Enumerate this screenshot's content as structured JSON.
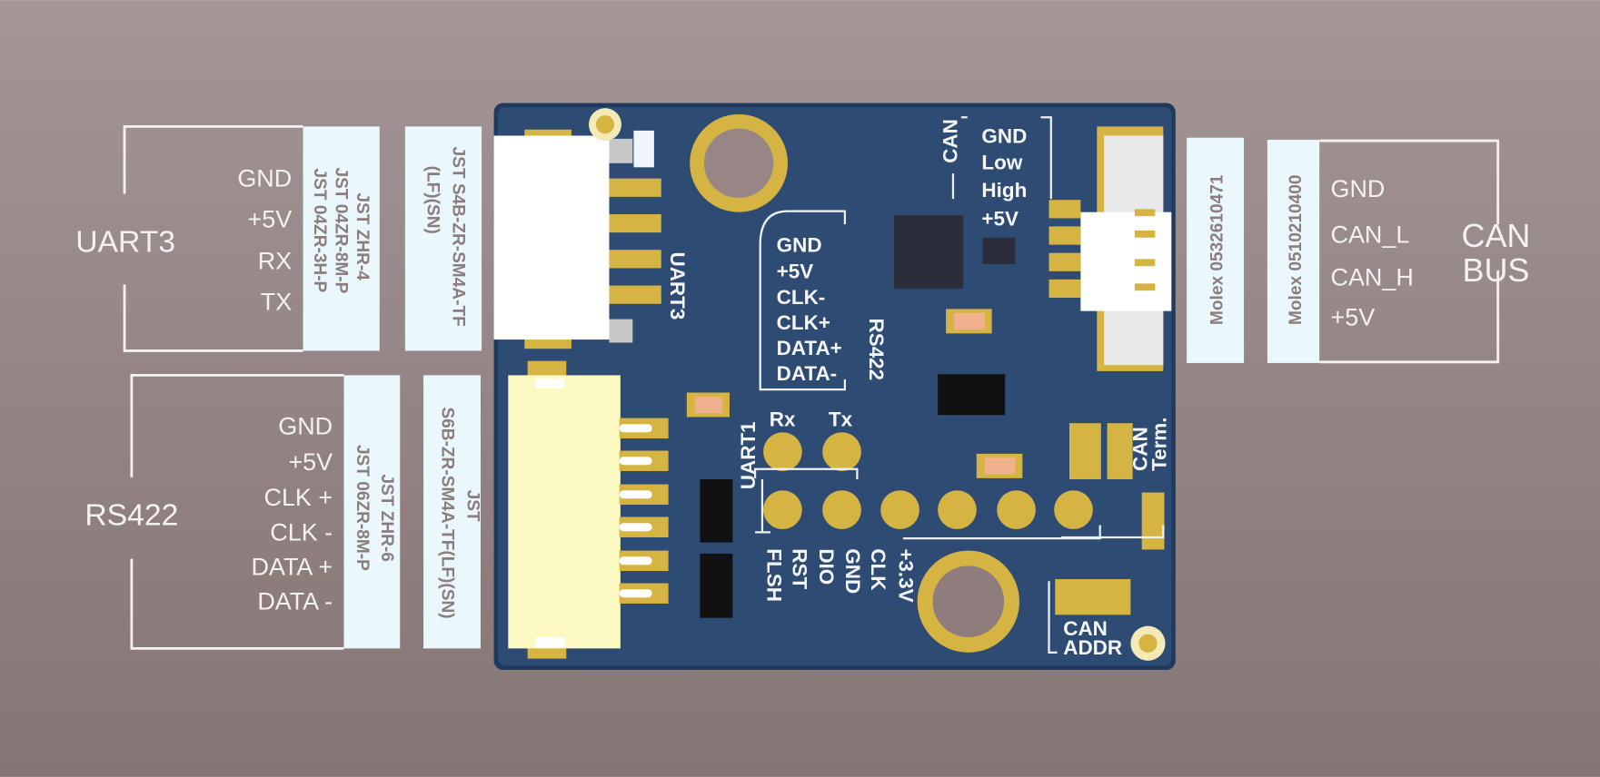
{
  "uart3": {
    "title": "UART3",
    "pins": [
      "GND",
      "+5V",
      "RX",
      "TX"
    ],
    "part_lines": [
      "JST ZHR-4",
      "JST 04ZR-8M-P",
      "JST 04ZR-3H-P"
    ],
    "board_part_lines": [
      "JST S4B-ZR-SM4A-TF",
      "(LF)(SN)"
    ]
  },
  "rs422": {
    "title": "RS422",
    "pins": [
      "GND",
      "+5V",
      "CLK +",
      "CLK -",
      "DATA +",
      "DATA -"
    ],
    "part_lines": [
      "JST ZHR-6",
      "JST 06ZR-8M-P"
    ],
    "board_part_lines": [
      "JST",
      "S6B-ZR-SM4A-TF(LF)(SN)"
    ]
  },
  "can_bus": {
    "title_lines": [
      "CAN",
      "BUS"
    ],
    "pins": [
      "GND",
      "CAN_L",
      "CAN_H",
      "+5V"
    ],
    "part": "Molex 0510210400",
    "board_part": "Molex 0532610471"
  },
  "silkscreen": {
    "rs422_pins": [
      "GND",
      "+5V",
      "CLK-",
      "CLK+",
      "DATA+",
      "DATA-"
    ],
    "rs422_label": "RS422",
    "can_pins": [
      "GND",
      "Low",
      "High",
      "+5V"
    ],
    "can_label": "CAN",
    "uart3_label": "UART3",
    "uart1_label": "UART1",
    "rx": "Rx",
    "tx": "Tx",
    "debug_pins": [
      "FLSH",
      "RST",
      "DIO",
      "GND",
      "CLK",
      "+3.3V"
    ],
    "can_term": [
      "CAN",
      "Term."
    ],
    "can_addr": [
      "CAN",
      "ADDR"
    ]
  },
  "colors": {
    "board": "#2d4b73",
    "gold": "#d6b443",
    "background_top": "#a39695",
    "background_bottom": "#857574"
  }
}
